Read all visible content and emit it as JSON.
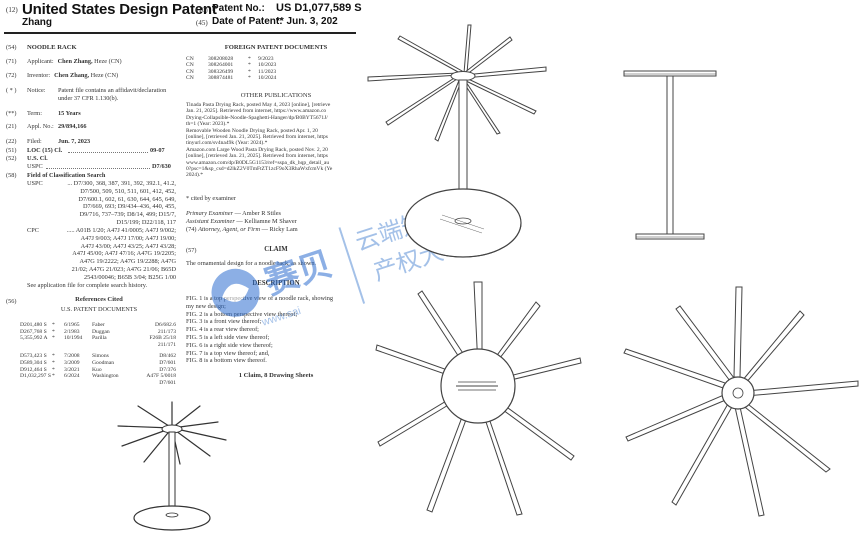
{
  "header": {
    "code12": "(12)",
    "title": "United States Design Patent",
    "inventor_surname": "Zhang",
    "code10": "(10)",
    "patent_no_label": "Patent No.:",
    "patent_no": "US D1,077,589 S",
    "code45": "(45)",
    "date_label": "Date of Patent:",
    "date_value": "** Jun. 3, 202"
  },
  "left": {
    "f54_code": "(54)",
    "f54": "NOODLE RACK",
    "f71_code": "(71)",
    "f71_label": "Applicant:",
    "f71_name": "Chen Zhang,",
    "f71_loc": " Heze (CN)",
    "f72_code": "(72)",
    "f72_label": "Inventor:",
    "f72_name": "Chen Zhang,",
    "f72_loc": " Heze (CN)",
    "notice_code": "( * )",
    "notice_label": "Notice:",
    "notice_text": "Patent file contains an affidavit/declaration under 37 CFR 1.130(b).",
    "term_code": "(**)",
    "term_label": "Term:",
    "term_value": "15 Years",
    "f21_code": "(21)",
    "f21_label": "Appl. No.:",
    "f21_value": "29/894,166",
    "f22_code": "(22)",
    "f22_label": "Filed:",
    "f22_value": "Jun. 7, 2023",
    "f51_code": "(51)",
    "f51_label": "LOC (15) Cl.",
    "f51_value": "09-07",
    "f52_code": "(52)",
    "f52_label": "U.S. Cl.",
    "uspc_label": "USPC",
    "uspc_value": "D7/630",
    "f58_code": "(58)",
    "f58_label": "Field of Classification Search",
    "uspc2_label": "USPC",
    "uspc2_lines": [
      "... D7/300, 368, 387, 391, 392, 392.1, 41.2,",
      "D7/500, 509, 510, 511, 601, 412, 452,",
      "D7/600.1, 602, 61, 630, 644, 645, 649,",
      "D7/669, 693; D9/434–436, 440, 455,",
      "D9/716, 737–739; D8/14, 499; D15/7,",
      "D15/199; D22/118, 117"
    ],
    "cpc_label": "CPC",
    "cpc_lines": [
      "..... A01B 1/20; A47J 41/0005; A47J 9/002;",
      "A47J 9/003; A47J 17/00; A47J 19/00;",
      "A47J 43/00; A47J 43/25; A47J 43/28;",
      "A47J 45/00; A47J 47/16; A47G 19/2205;",
      "A47G 19/2222; A47G 19/2288; A47G",
      "21/02; A47G 21/023; A47G 21/06; B65D",
      "2543/00046; B65B 3/04; B25G 1/00"
    ],
    "see_app": "See application file for complete search history.",
    "f56_code": "(56)",
    "f56_label": "References Cited",
    "us_docs": "U.S. PATENT DOCUMENTS",
    "citations": [
      [
        "D201,480 S",
        "*",
        "6/1965",
        "Faber",
        "D6/682.6"
      ],
      [
        "D267,768 S",
        "*",
        "2/1983",
        "Duggan",
        "211/173"
      ],
      [
        "5,355,992 A",
        "*",
        "10/1994",
        "Parilla",
        "F26B 25/18"
      ],
      [
        "",
        "",
        "",
        "",
        "211/171"
      ],
      [
        "D573,423 S",
        "*",
        "7/2008",
        "Simons",
        "D8/462"
      ],
      [
        "D589,304 S",
        "*",
        "3/2009",
        "Goodman",
        "D7/601"
      ],
      [
        "D912,464 S",
        "*",
        "3/2021",
        "Kuo",
        "D7/376"
      ],
      [
        "D1,032,297 S",
        "*",
        "6/2024",
        "Washington",
        "A47F 5/0018"
      ],
      [
        "",
        "",
        "",
        "",
        "D7/601"
      ]
    ]
  },
  "right": {
    "foreign_title": "FOREIGN PATENT DOCUMENTS",
    "foreign": [
      [
        "CN",
        "308208028",
        "*",
        "9/2023"
      ],
      [
        "CN",
        "308264001",
        "*",
        "10/2023"
      ],
      [
        "CN",
        "308326499",
        "*",
        "11/2023"
      ],
      [
        "CN",
        "308874481",
        "*",
        "10/2024"
      ]
    ],
    "other_title": "OTHER PUBLICATIONS",
    "other_lines": [
      "Tinada Pasta Drying Rack, posted May 4, 2023 [online], [retrieve",
      "Jan. 21, 2025]. Retrieved from internet, https://www.amazon.co",
      "Drying-Collapsible-Noodle-Spaghetti-Hanger/dp/B0BYT5671J/",
      "th=1 (Year: 2023).*",
      "Removable Wooden Noodle Drying Rack, posted Apr. 1, 20",
      "[online], [retrieved Jan. 21, 2025]. Retrieved from internet, https",
      "tinyurl.com/sv4na49k (Year: 2024).*",
      "Amazon.com Large Wood Pasta Drying Rack, posted Nov. 2, 20",
      "[online], [retrieved Jan. 21, 2025]. Retrieved from internet, https",
      "www.amazon.com/dp/B0DL5G1153/ref=sspa_dk_hqp_detail_au",
      "0?psc=1&sp_csd=d2lkZ2V0TmFtZT1zcF9oX3RhaWxfcmVk (Ye",
      "2024).*"
    ],
    "cited_by": "* cited by examiner",
    "primary_label": "Primary Examiner",
    "primary_value": " — Amber R Stiles",
    "assistant_label": "Assistant Examiner",
    "assistant_value": " — Kelliamne M Shaver",
    "attorney_code": "(74)",
    "attorney_label": "Attorney, Agent, or Firm",
    "attorney_value": " — Ricky Lam",
    "claim_code": "(57)",
    "claim_title": "CLAIM",
    "claim_text": "The ornamental design for a noodle rack, as shown.",
    "desc_title": "DESCRIPTION",
    "desc_lines": [
      "FIG. 1 is a top perspective view of a noodle rack, showing",
      "my new design;",
      "FIG. 2 is a bottom perspective view thereof;",
      "FIG. 3 is a front view thereof;",
      "FIG. 4 is a rear view thereof;",
      "FIG. 5 is a left side view thereof;",
      "FIG. 6 is a right side view thereof;",
      "FIG. 7 is a top view thereof; and,",
      "FIG. 8 is a bottom view thereof."
    ],
    "sheets": "1 Claim, 8 Drawing Sheets"
  },
  "watermark": {
    "brand_cn": "赛贝",
    "slogan_line1": "云端知识",
    "slogan_line2": "产权大平台",
    "url": "www.sai"
  }
}
